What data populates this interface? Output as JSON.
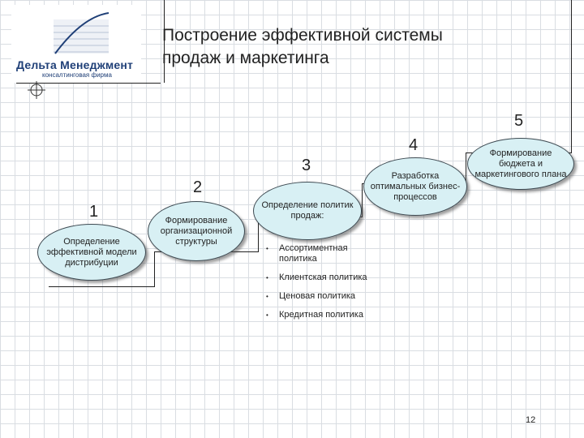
{
  "logo": {
    "name": "Дельта Менеджмент",
    "subtitle": "консалтинговая фирма",
    "colors": {
      "primary": "#1f3f77"
    }
  },
  "title": {
    "line1": "Построение эффективной системы",
    "line2": "продаж и маркетинга"
  },
  "steps": [
    {
      "number": "1",
      "label": "Определение эффективной модели дистрибуции"
    },
    {
      "number": "2",
      "label": "Формирование организационной структуры"
    },
    {
      "number": "3",
      "label": "Определение политик продаж:"
    },
    {
      "number": "4",
      "label": "Разработка оптимальных бизнес-процессов"
    },
    {
      "number": "5",
      "label": "Формирование бюджета и маркетингового плана"
    }
  ],
  "policies": [
    "Ассортиментная политика",
    "Клиентская политика",
    "Ценовая политика",
    "Кредитная политика"
  ],
  "page_number": "12",
  "colors": {
    "ellipse_fill": "#d8f0f4",
    "grid": "#d9dde2"
  }
}
